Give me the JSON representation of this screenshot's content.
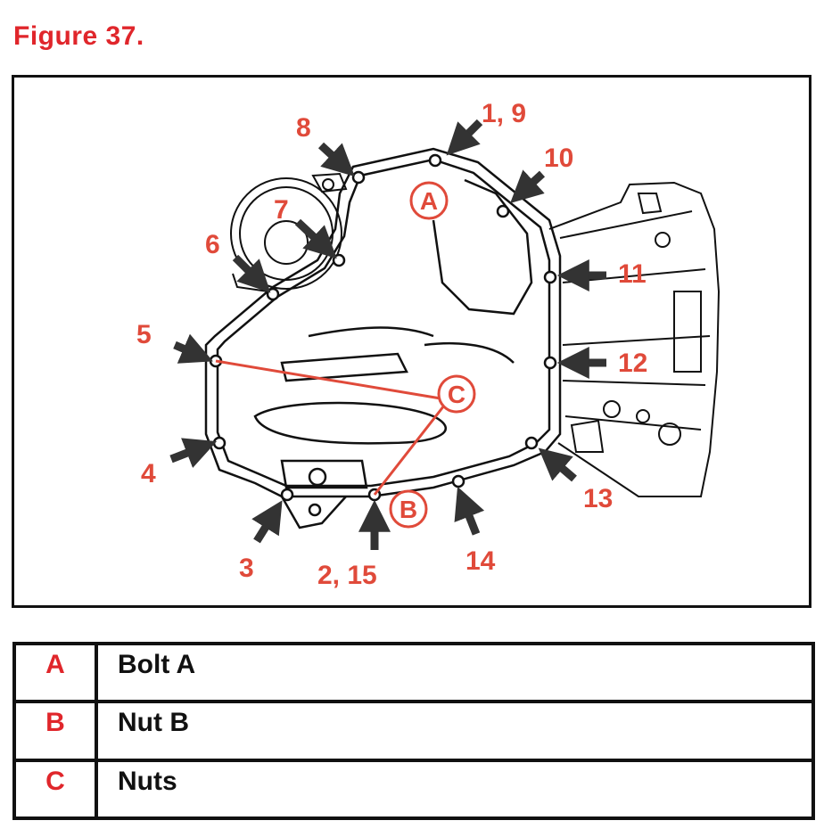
{
  "figure_title": "Figure 37.",
  "callouts": [
    "1, 9",
    "2, 15",
    "3",
    "4",
    "5",
    "6",
    "7",
    "8",
    "10",
    "11",
    "12",
    "13",
    "14"
  ],
  "circled": [
    "A",
    "B",
    "C"
  ],
  "legend": [
    {
      "key": "A",
      "desc": "Bolt A"
    },
    {
      "key": "B",
      "desc": "Nut B"
    },
    {
      "key": "C",
      "desc": "Nuts"
    }
  ],
  "colors": {
    "accent": "#e0262b",
    "callout": "#e04a3a",
    "outline": "#111111",
    "arrow": "#333333"
  }
}
